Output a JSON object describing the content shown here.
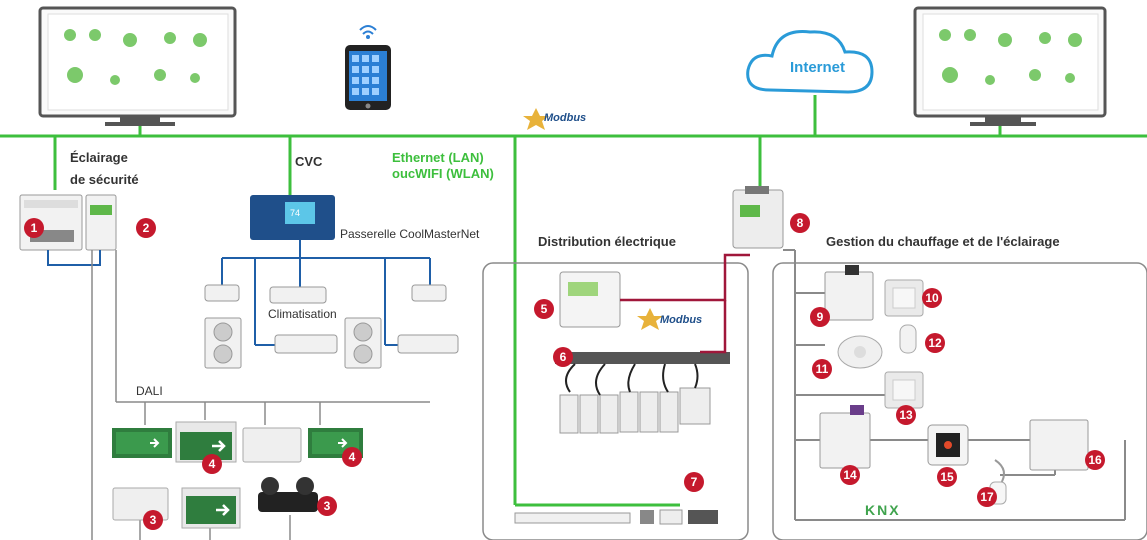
{
  "labels": {
    "eclairage": "Éclairage",
    "securite": "de sécurité",
    "cvc": "CVC",
    "ethernet1": "Ethernet (LAN)",
    "ethernet2": "oucWIFI (WLAN)",
    "passerelle": "Passerelle CoolMasterNet",
    "climatisation": "Climatisation",
    "dali": "DALI",
    "distribution": "Distribution électrique",
    "gestion": "Gestion du chauffage et de l'éclairage",
    "internet": "Internet",
    "modbus_top": "Modbus",
    "modbus_mid": "Modbus",
    "knx": "KNX",
    "screen_value": "74"
  },
  "badges": {
    "b1": "1",
    "b2": "2",
    "b3a": "3",
    "b3b": "3",
    "b4a": "4",
    "b4b": "4",
    "b5": "5",
    "b6": "6",
    "b7": "7",
    "b8": "8",
    "b9": "9",
    "b10": "10",
    "b11": "11",
    "b12": "12",
    "b13": "13",
    "b14": "14",
    "b15": "15",
    "b16": "16",
    "b17": "17"
  },
  "colors": {
    "network": "#3dbf3d",
    "bus": "#1f5fa8",
    "modbus_link": "#a0173a",
    "badge": "#c5192d",
    "cloud": "#2a9bd8",
    "wire": "#8a8a8a"
  }
}
